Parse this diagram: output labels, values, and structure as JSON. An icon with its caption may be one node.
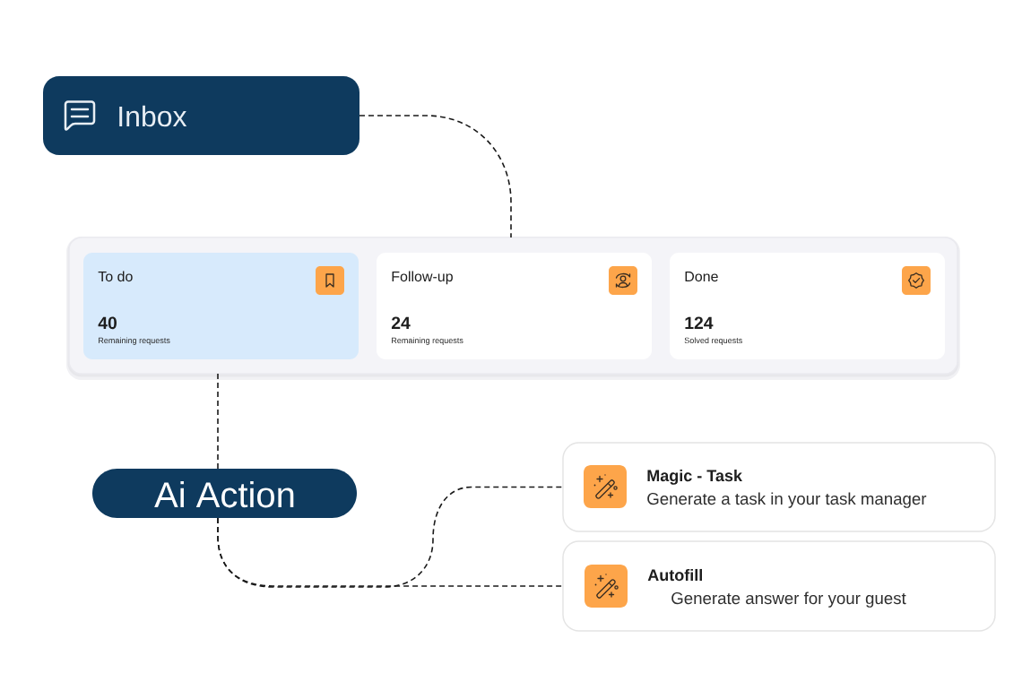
{
  "diagram": {
    "nodes": [
      {
        "text": [
          "Inbox"
        ]
      },
      {
        "text": [],
        "shape": "box"
      },
      {
        "text": [
          "To do",
          "40",
          "Remaining requests"
        ],
        "in": 1
      },
      {
        "text": [
          "Follow-up",
          "24",
          "Remaining requests"
        ],
        "in": 1
      },
      {
        "text": [
          "Done",
          "124",
          "Solved requests"
        ],
        "in": 1
      },
      {
        "text": [
          "Ai Action"
        ]
      },
      {
        "text": [
          "Magic - Task",
          "Generate a task in your task manager"
        ]
      },
      {
        "text": [
          "Autofill",
          "Generate answer for your guest"
        ]
      }
    ],
    "edges": [
      {
        "from": 0,
        "to": 1,
        "arrow": "none",
        "style": "dashed"
      },
      {
        "from": 1,
        "to": 5,
        "arrow": "none",
        "style": "dashed"
      },
      {
        "from": 5,
        "to": 6,
        "arrow": "none",
        "style": "dashed"
      },
      {
        "from": 5,
        "to": 7,
        "arrow": "none",
        "style": "dashed"
      }
    ]
  }
}
